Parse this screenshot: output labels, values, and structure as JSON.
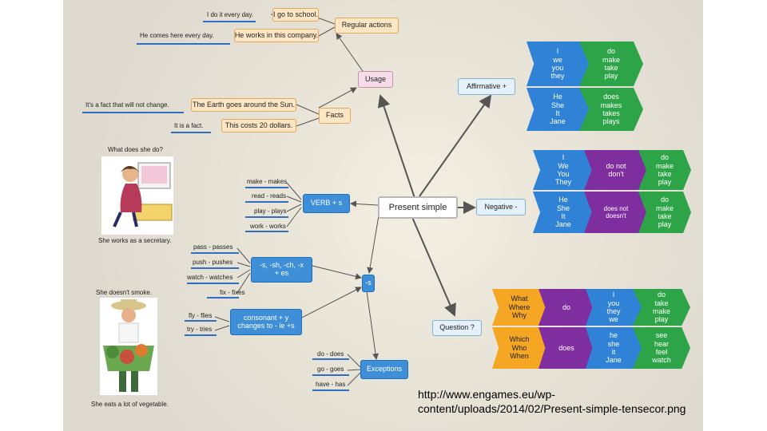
{
  "center": "Present simple",
  "branches": {
    "usage": "Usage",
    "regular_actions": "Regular actions",
    "facts": "Facts",
    "affirmative": "Affirmative +",
    "negative": "Negative -",
    "question": "Question ?",
    "verb_s": "VERB + s",
    "s_rule": "-s, -sh, -ch, -x\n+ es",
    "s": "-s",
    "y_rule": "consonant + y\nchanges to - ie +s",
    "exceptions": "Exceptions"
  },
  "usage_examples": {
    "ex1": "I do it every day.",
    "ex2": "I go to school.",
    "ex3": "He comes here every day.",
    "ex4": "He works in this company."
  },
  "facts_examples": {
    "ex1": "It's a fact that will not change.",
    "ex2": "The Earth goes around the Sun.",
    "ex3": "It is a fact.",
    "ex4": "This costs 20 dollars."
  },
  "verb_examples": [
    "make - makes",
    "read - reads",
    "play - plays",
    "work - works"
  ],
  "s_examples": [
    "pass - passes",
    "push - pushes",
    "watch - watches",
    "fix - fixes"
  ],
  "y_examples": [
    "fly - flies",
    "try - tries"
  ],
  "exceptions_examples": [
    "do - does",
    "go - goes",
    "have - has"
  ],
  "captions": {
    "q1": "What does she do?",
    "a1": "She works as a secretary.",
    "q2": "She doesn't smoke.",
    "a2": "She eats a lot of vegetable."
  },
  "affirmative_table": [
    {
      "subject": "I\nwe\nyou\nthey",
      "verb": "do\nmake\ntake\nplay"
    },
    {
      "subject": "He\nShe\nIt\nJane",
      "verb": "does\nmakes\ntakes\nplays"
    }
  ],
  "negative_table": [
    {
      "subject": "I\nWe\nYou\nThey",
      "aux": "do not\ndon't",
      "verb": "do\nmake\ntake\nplay"
    },
    {
      "subject": "He\nShe\nIt\nJane",
      "aux": "does not\ndoesn't",
      "verb": "do\nmake\ntake\nplay"
    }
  ],
  "question_table": [
    {
      "wh": "What\nWhere\nWhy",
      "aux": "do",
      "subject": "I\nyou\nthey\nwe",
      "verb": "do\ntake\nmake\nplay"
    },
    {
      "wh": "Which\nWho\nWhen",
      "aux": "does",
      "subject": "he\nshe\nit\nJane",
      "verb": "see\nhear\nfeel\nwatch"
    }
  ],
  "source_url": "http://www.engames.eu/wp-\ncontent/uploads/2014/02/Present-simple-tensecor.png"
}
